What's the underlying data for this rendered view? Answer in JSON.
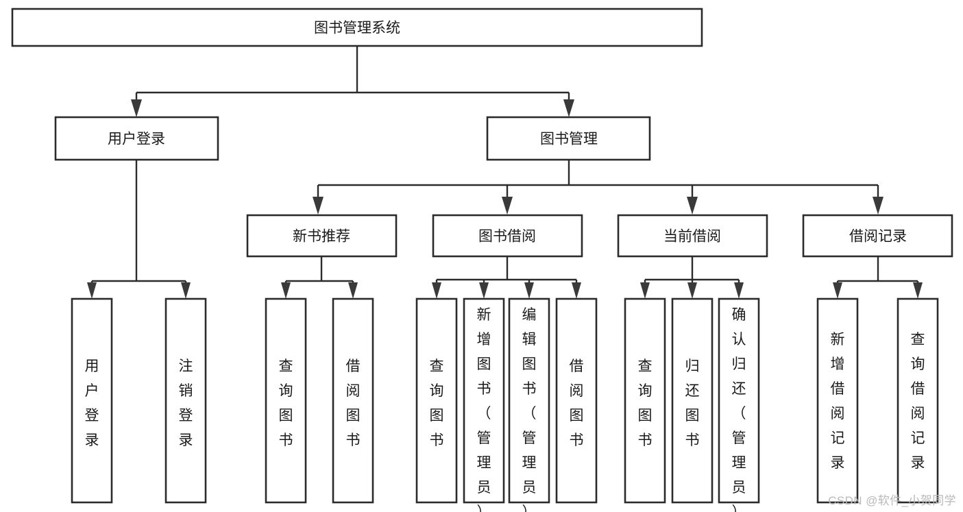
{
  "diagram": {
    "type": "tree-hierarchy",
    "title": "图书管理系统",
    "watermark": "CSDN @软件_小贺同学",
    "colors": {
      "box_stroke": "#2b2b2b",
      "box_fill": "#ffffff",
      "connector": "#2b2b2b",
      "arrow": "#3a3a3a",
      "text": "#1a1a1a",
      "watermark": "#b9b9b9",
      "background": "#ffffff"
    },
    "levels": {
      "root": {
        "label": "图书管理系统"
      },
      "level2": [
        {
          "id": "user-login",
          "label": "用户登录"
        },
        {
          "id": "book-management",
          "label": "图书管理"
        }
      ],
      "level3": [
        {
          "id": "new-book-recommend",
          "label": "新书推荐",
          "parent": "book-management"
        },
        {
          "id": "book-borrow",
          "label": "图书借阅",
          "parent": "book-management"
        },
        {
          "id": "current-borrow",
          "label": "当前借阅",
          "parent": "book-management"
        },
        {
          "id": "borrow-record",
          "label": "借阅记录",
          "parent": "book-management"
        }
      ],
      "leaves": [
        {
          "id": "leaf-user-login",
          "label": "用户登录",
          "parent": "user-login"
        },
        {
          "id": "leaf-logout-login",
          "label": "注销登录",
          "parent": "user-login"
        },
        {
          "id": "leaf-query-book-1",
          "label": "查询图书",
          "parent": "new-book-recommend"
        },
        {
          "id": "leaf-borrow-book-1",
          "label": "借阅图书",
          "parent": "new-book-recommend"
        },
        {
          "id": "leaf-query-book-2",
          "label": "查询图书",
          "parent": "book-borrow"
        },
        {
          "id": "leaf-add-book",
          "label": "新增图书（管理员）",
          "parent": "book-borrow"
        },
        {
          "id": "leaf-edit-book",
          "label": "编辑图书（管理员）",
          "parent": "book-borrow"
        },
        {
          "id": "leaf-borrow-book-2",
          "label": "借阅图书",
          "parent": "book-borrow"
        },
        {
          "id": "leaf-query-book-3",
          "label": "查询图书",
          "parent": "current-borrow"
        },
        {
          "id": "leaf-return-book",
          "label": "归还图书",
          "parent": "current-borrow"
        },
        {
          "id": "leaf-confirm-return",
          "label": "确认归还（管理员）",
          "parent": "current-borrow"
        },
        {
          "id": "leaf-add-record",
          "label": "新增借阅记录",
          "parent": "borrow-record"
        },
        {
          "id": "leaf-query-record",
          "label": "查询借阅记录",
          "parent": "borrow-record"
        }
      ]
    }
  }
}
